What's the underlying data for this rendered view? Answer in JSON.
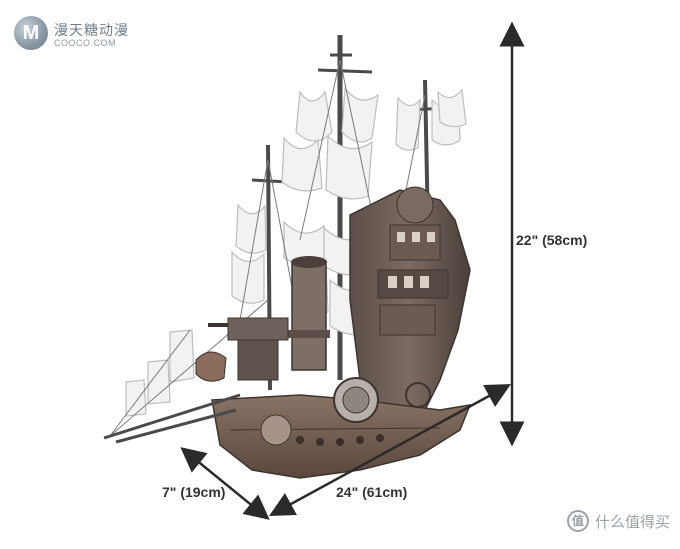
{
  "branding": {
    "logo_letter": "M",
    "site_name": "漫天糖动漫",
    "site_domain": "COOCO.COM"
  },
  "dimensions": {
    "height_label": "22\" (58cm)",
    "depth_label": "7\" (19cm)",
    "width_label": "24\" (61cm)"
  },
  "watermark": {
    "icon_glyph": "值",
    "text": "什么值得买"
  },
  "colors": {
    "hull": "#6e5a4e",
    "sail": "#f2f2f2",
    "arrow": "#2a2a2a"
  }
}
